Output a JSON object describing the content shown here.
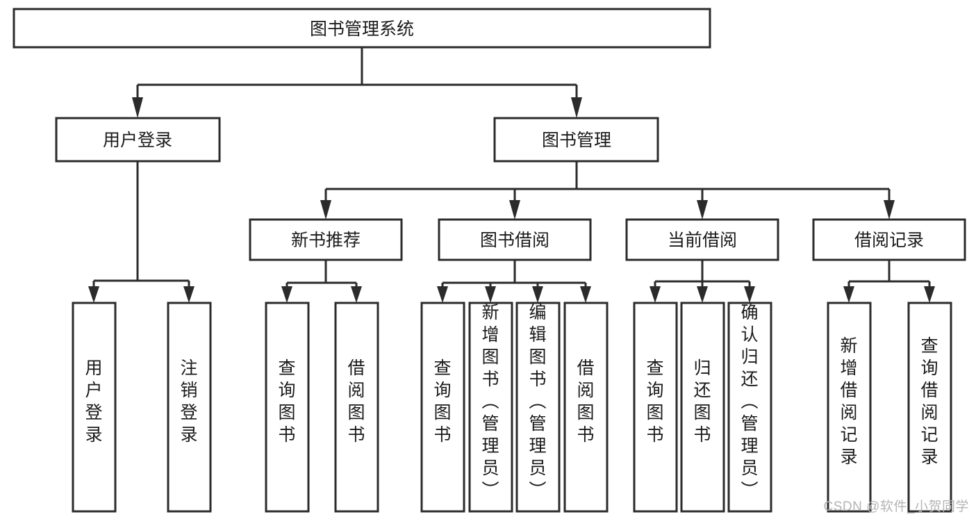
{
  "diagram": {
    "type": "hierarchy-tree",
    "title": "图书管理系统",
    "watermark": "CSDN @软件_小贺同学",
    "colors": {
      "box_stroke": "#2b2b2b",
      "box_fill": "#ffffff",
      "text": "#1a1a1a",
      "connector": "#2b2b2b",
      "watermark": "#b4b4b4",
      "background": "#ffffff"
    },
    "levels": {
      "level1": [
        "图书管理系统"
      ],
      "level2": [
        "用户登录",
        "图书管理"
      ],
      "level3": [
        "新书推荐",
        "图书借阅",
        "当前借阅",
        "借阅记录"
      ],
      "level4": [
        "用户登录",
        "注销登录",
        "查询图书",
        "借阅图书",
        "查询图书",
        "新增图书（管理员）",
        "编辑图书（管理员）",
        "借阅图书",
        "查询图书",
        "归还图书",
        "确认归还（管理员）",
        "新增借阅记录",
        "查询借阅记录"
      ]
    },
    "nodes": {
      "root": {
        "label": "图书管理系统"
      },
      "user_login": {
        "label": "用户登录"
      },
      "book_manage": {
        "label": "图书管理"
      },
      "new_book_rec": {
        "label": "新书推荐"
      },
      "book_borrow": {
        "label": "图书借阅"
      },
      "current_borrow": {
        "label": "当前借阅"
      },
      "borrow_record": {
        "label": "借阅记录"
      },
      "leaf_user_login": {
        "label": "用户登录"
      },
      "leaf_logout": {
        "label": "注销登录"
      },
      "leaf_query_book_a": {
        "label": "查询图书"
      },
      "leaf_borrow_book_a": {
        "label": "借阅图书"
      },
      "leaf_query_book_b": {
        "label": "查询图书"
      },
      "leaf_add_book": {
        "label": "新增图书（管理员）"
      },
      "leaf_edit_book": {
        "label": "编辑图书（管理员）"
      },
      "leaf_borrow_book_b": {
        "label": "借阅图书"
      },
      "leaf_query_book_c": {
        "label": "查询图书"
      },
      "leaf_return_book": {
        "label": "归还图书"
      },
      "leaf_confirm_return": {
        "label": "确认归还（管理员）"
      },
      "leaf_add_record": {
        "label": "新增借阅记录"
      },
      "leaf_query_record": {
        "label": "查询借阅记录"
      }
    },
    "edges": [
      {
        "from": "root",
        "to": "user_login"
      },
      {
        "from": "root",
        "to": "book_manage"
      },
      {
        "from": "book_manage",
        "to": "new_book_rec"
      },
      {
        "from": "book_manage",
        "to": "book_borrow"
      },
      {
        "from": "book_manage",
        "to": "current_borrow"
      },
      {
        "from": "book_manage",
        "to": "borrow_record"
      },
      {
        "from": "user_login",
        "to": "leaf_user_login"
      },
      {
        "from": "user_login",
        "to": "leaf_logout"
      },
      {
        "from": "new_book_rec",
        "to": "leaf_query_book_a"
      },
      {
        "from": "new_book_rec",
        "to": "leaf_borrow_book_a"
      },
      {
        "from": "book_borrow",
        "to": "leaf_query_book_b"
      },
      {
        "from": "book_borrow",
        "to": "leaf_add_book"
      },
      {
        "from": "book_borrow",
        "to": "leaf_edit_book"
      },
      {
        "from": "book_borrow",
        "to": "leaf_borrow_book_b"
      },
      {
        "from": "current_borrow",
        "to": "leaf_query_book_c"
      },
      {
        "from": "current_borrow",
        "to": "leaf_return_book"
      },
      {
        "from": "current_borrow",
        "to": "leaf_confirm_return"
      },
      {
        "from": "borrow_record",
        "to": "leaf_add_record"
      },
      {
        "from": "borrow_record",
        "to": "leaf_query_record"
      }
    ]
  }
}
